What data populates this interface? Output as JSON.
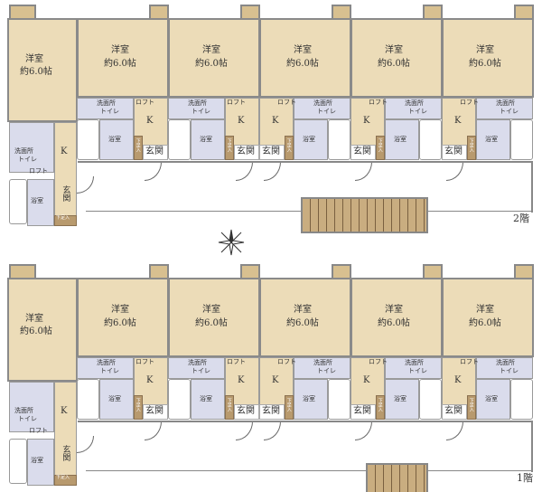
{
  "labels": {
    "room": "洋室",
    "size": "約6.0帖",
    "washroom": "洗面所",
    "toilet": "トイレ",
    "loft": "ロフト",
    "kitchen": "K",
    "bath": "浴室",
    "shoe": "下足入",
    "entrance": "玄関"
  },
  "floors": [
    {
      "label": "2階",
      "unit_count": 6
    },
    {
      "label": "1階",
      "unit_count": 6
    }
  ],
  "compass": "north-arrow-icon",
  "colors": {
    "room": "#ecdcb8",
    "wet": "#dadcec",
    "wall": "#8a8a8a",
    "shoe": "#b89a6e"
  }
}
